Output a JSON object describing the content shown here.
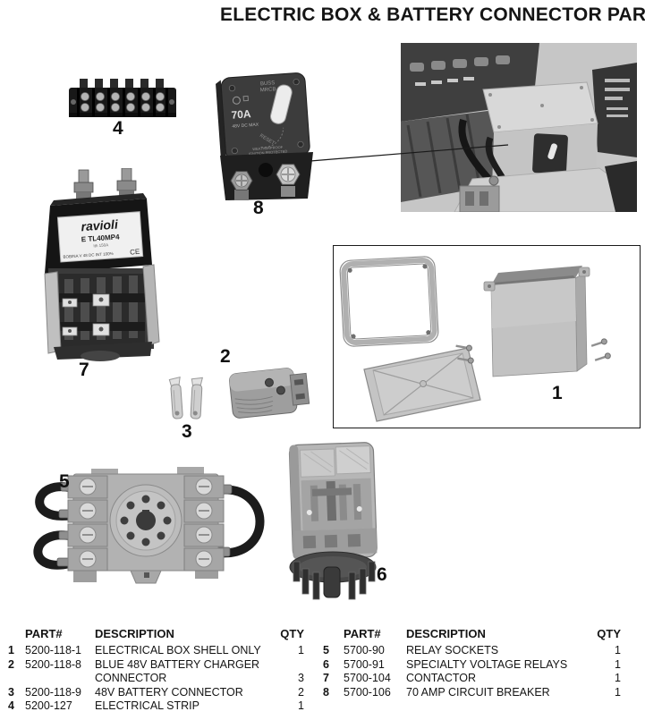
{
  "title": "ELECTRIC BOX & BATTERY CONNECTOR PARTS",
  "callouts": {
    "c1": "1",
    "c2": "2",
    "c3": "3",
    "c4": "4",
    "c5": "5",
    "c6": "6",
    "c7": "7",
    "c8": "8"
  },
  "labels": {
    "breaker": {
      "brand1": "BUSS",
      "brand2": "MRCB",
      "amp": "70A",
      "volt": "48V DC MAX",
      "reset": "RESET",
      "footer1": "WEATHERPROOF",
      "footer2": "IGNITION PROTECTED"
    },
    "contactor": {
      "brand": "ravioli",
      "model": "E TL40MP4",
      "rating": "Ith 150A",
      "coil": "BOBINA V 48 DC INT 100%",
      "ce": "CE"
    }
  },
  "table_left": {
    "col_part": "PART#",
    "col_desc": "DESCRIPTION",
    "col_qty": "QTY",
    "rows": [
      {
        "num": "1",
        "part": "5200-118-1",
        "desc": "ELECTRICAL BOX SHELL ONLY",
        "qty": "1"
      },
      {
        "num": "2",
        "part": "5200-118-8",
        "desc": "BLUE 48V BATTERY CHARGER",
        "desc2": "CONNECTOR",
        "qty": "3"
      },
      {
        "num": "3",
        "part": "5200-118-9",
        "desc": "48V BATTERY CONNECTOR",
        "qty": "2"
      },
      {
        "num": "4",
        "part": "5200-127",
        "desc": "ELECTRICAL STRIP",
        "qty": "1"
      }
    ]
  },
  "table_right": {
    "col_part": "PART#",
    "col_desc": "DESCRIPTION",
    "col_qty": "QTY",
    "rows": [
      {
        "num": "5",
        "part": "5700-90",
        "desc": "RELAY SOCKETS",
        "qty": "1"
      },
      {
        "num": "6",
        "part": "5700-91",
        "desc": "SPECIALTY VOLTAGE RELAYS",
        "qty": "1"
      },
      {
        "num": "7",
        "part": "5700-104",
        "desc": "CONTACTOR",
        "qty": "1"
      },
      {
        "num": "8",
        "part": "5700-106",
        "desc": "70 AMP CIRCUIT BREAKER",
        "qty": "1"
      }
    ]
  }
}
